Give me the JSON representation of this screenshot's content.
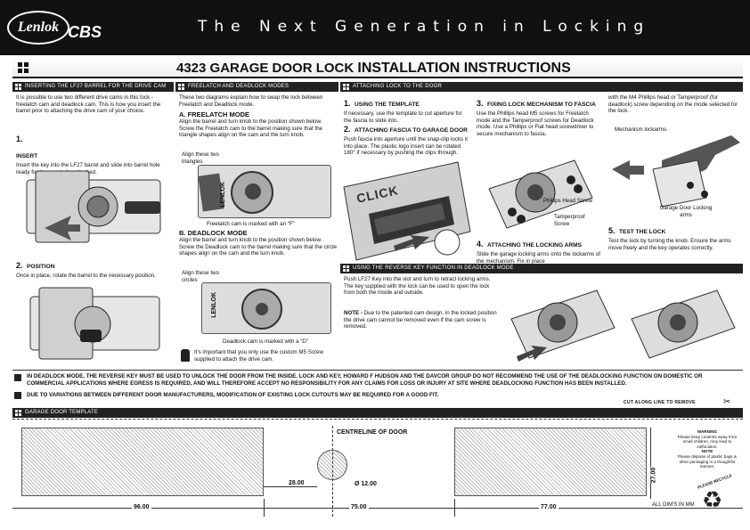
{
  "header": {
    "logo_left": "Lenlok",
    "logo_right": "CBS",
    "tagline": "The Next Generation in Locking"
  },
  "title": {
    "normal": "4323 GARAGE DOOR LOCK ",
    "bold": "INSTALLATION INSTRUCTIONS"
  },
  "sections": {
    "barrel": "INSERTING THE LF27 BARREL FOR THE DRIVE CAM",
    "modes": "FREELATCH AND DEADLOCK MODES",
    "attach": "ATTACHING LOCK TO THE DOOR",
    "reverse": "USING THE REVERSE KEY FUNCTION IN DEADLOCK MODE",
    "template": "GARAGE DOOR TEMPLATE"
  },
  "barrel": {
    "intro": "It is possible to use two different drive cams in this lock - freelatch cam and deadlock cam. This is how you insert the barrel prior to attaching the drive cam of your choice.",
    "s1_num": "1.",
    "s1_title": "INSERT",
    "s1_text": "Insert the key into the LF27 barrel and slide into barrel hole ready for the cam to be attached.",
    "s2_num": "2.",
    "s2_title": "POSITION",
    "s2_text": "Once in place, rotate the barrel to the necessary position."
  },
  "modes": {
    "intro": "These two diagrams explain how to swap the lock between Freelatch and Deadlock mode.",
    "a_title": "A. FREELATCH MODE",
    "a_text": "Align the barrel and turn knob to the position shown below. Screw the Freelatch cam to the barrel making sure that the triangle shapes align on the cam and the turn knob.",
    "a_callout": "Align these two triangles",
    "a_caption": "Freelatch cam is marked with an “F”",
    "b_title": "B. DEADLOCK MODE",
    "b_text": "Align the barrel and turn knob to the position shown below. Screw the Deadlock cam to the barrel making sure that the circle shapes align on the cam and the turn knob.",
    "b_callout": "Align these two circles",
    "b_caption": "Deadlock cam is marked with a “D”",
    "note": "It's important that you only use the custom M5 Screw supplied to attach the drive cam.",
    "lenlok": "LENLOK"
  },
  "attach": {
    "s1_num": "1.",
    "s1_title": "USING THE TEMPLATE",
    "s1_text": "If necessary, use the template to cut aperture for the fascia to slide into.",
    "s2_num": "2.",
    "s2_title": "ATTACHING FASCIA TO GARAGE DOOR",
    "s2_text": "Push fascia into aperture until the snap-clip locks it into place. The plastic logo insert can be rotated 180° if necessary by pushing the clips through.",
    "click": "CLICK",
    "s3_num": "3.",
    "s3_title": "FIXING LOCK MECHANISM TO FASCIA",
    "s3_text": "Use the Phillips head M5 screws for Freelatch mode and the Tamperproof screws for Deadlock mode. Use a Phillips or Flat head screwdriver to secure mechanism to fascia.",
    "phillips": "Phillips Head Screw",
    "tamper": "Tamperproof Screw",
    "s4_num": "4.",
    "s4_title": "ATTACHING THE LOCKING ARMS",
    "s4_text": "Slide the garage locking arms onto the lockarms of the mechanism. Fix in place",
    "col4_text": "with the M4 Phillips head or Tamperproof (for deadlock) screw depending on the mode selected for the lock.",
    "mech_label": "Mechanism lockarms",
    "garage_label": "Garage Door Locking arms",
    "s5_num": "5.",
    "s5_title": "TEST THE LOCK",
    "s5_text": "Test the lock by turning the knob. Ensure the arms move freely and the key operates correctly."
  },
  "reverse": {
    "text": "Push LF27 Key into the slot and turn to retract locking arms. The key supplied with the lock can be used to open the lock from both the inside and outside.",
    "note_label": "NOTE -",
    "note": " Due to the patented cam design, in the locked position the drive cam cannot be removed even if the cam screw is removed."
  },
  "warnings": [
    "IN DEADLOCK MODE, THE REVERSE KEY MUST BE USED TO UNLOCK THE DOOR FROM THE INSIDE. LOCK AND KEY, HOWARD F HUDSON AND THE DAVCOR GROUP DO NOT RECOMMEND THE USE OF THE DEADLOCKING FUNCTION ON DOMESTIC OR COMMERCIAL APPLICATIONS WHERE EGRESS IS REQUIRED, AND WILL THEREFORE ACCEPT NO RESPONSIBILITY FOR ANY CLAIMS FOR LOSS OR INJURY AT SITE WHERE DEADLOCKING FUNCTION HAS BEEN INSTALLED.",
    "DUE TO VARIATIONS BETWEEN DIFFERENT DOOR MANUFACTURERS, MODIFICATION OF EXISTING LOCK CUTOUTS MAY BE REQUIRED FOR A GOOD FIT."
  ],
  "template": {
    "cut": "CUT ALONG LINE TO REMOVE",
    "centreline": "CENTRELINE OF DOOR",
    "dim_28": "28.00",
    "dim_dia": "Ø 12.00",
    "dim_96": "96.00",
    "dim_75": "75.00",
    "dim_77": "77.00",
    "dim_27": "27.00",
    "all_dims": "ALL DIM'S IN MM",
    "warn_title": "WARNING",
    "warn_text": "Please keep contents away from small children, may lead to suffocation.",
    "note_title": "NOTE",
    "note_text": "Please dispose of plastic bags & other packaging in a thoughtful manner.",
    "recycle": "PLEASE RECYCLE"
  },
  "colors": {
    "bar": "#222222",
    "header": "#111111"
  }
}
